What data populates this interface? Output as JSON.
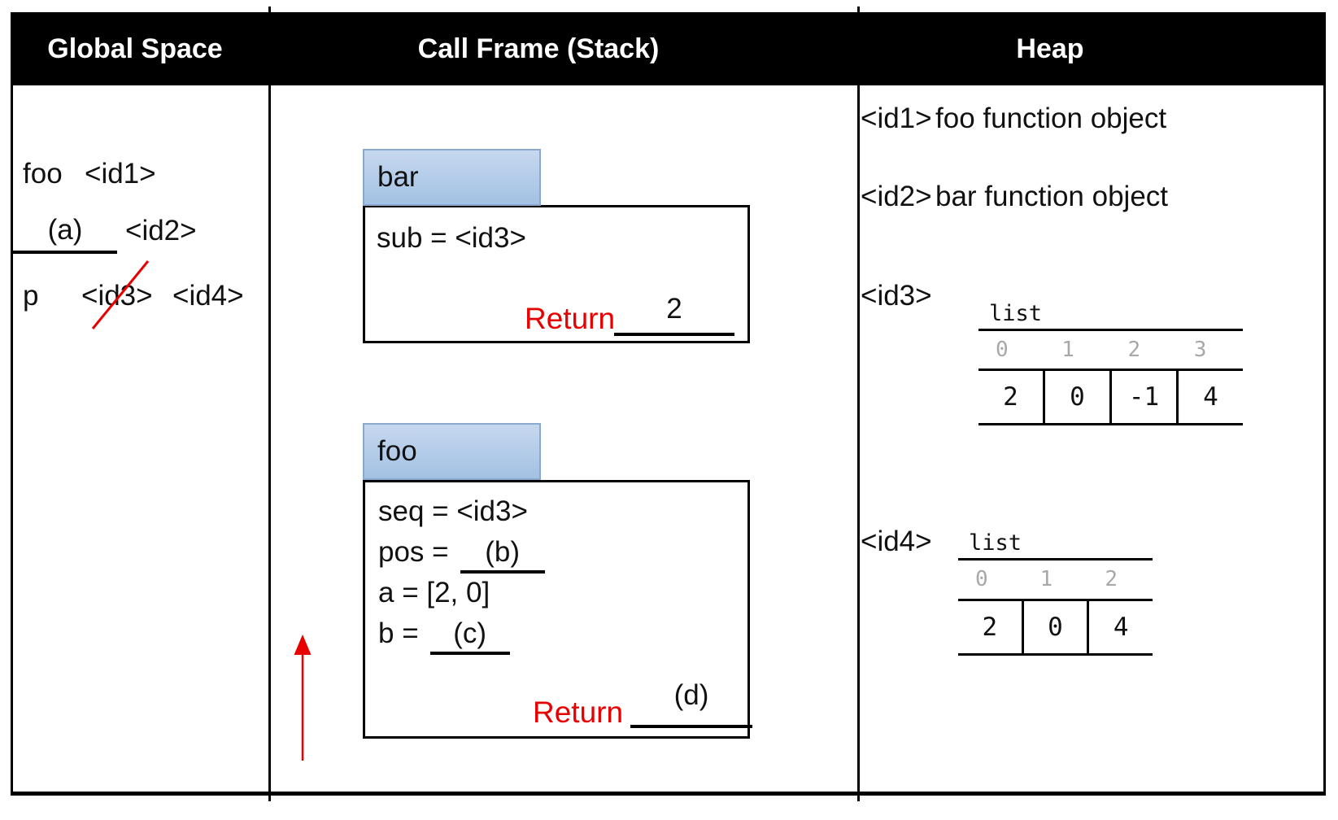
{
  "header": {
    "global": "Global Space",
    "stack": "Call Frame (Stack)",
    "heap": "Heap"
  },
  "global_space": {
    "foo_name": "foo",
    "foo_ref": "<id1>",
    "blank_a": "(a)",
    "blank_a_ref": "<id2>",
    "p_name": "p",
    "p_old_ref": "<id3>",
    "p_new_ref": "<id4>"
  },
  "stack": {
    "bar": {
      "title": "bar",
      "var_line": "sub = <id3>",
      "return_label": "Return",
      "return_value": "2"
    },
    "foo": {
      "title": "foo",
      "var_line1": "seq = <id3>",
      "var2_name": "pos =",
      "blank_b": "(b)",
      "var_line3": "a = [2, 0]",
      "var4_name": "b =",
      "blank_c": "(c)",
      "return_label": "Return",
      "return_value": "(d)"
    }
  },
  "heap": {
    "id1_ref": "<id1>",
    "id1_desc": "foo function object",
    "id2_ref": "<id2>",
    "id2_desc": "bar function object",
    "id3_ref": "<id3>",
    "id3_list": {
      "type_label": "list",
      "indices": [
        "0",
        "1",
        "2",
        "3"
      ],
      "values": [
        "2",
        "0",
        "-1",
        "4"
      ]
    },
    "id4_ref": "<id4>",
    "id4_list": {
      "type_label": "list",
      "indices": [
        "0",
        "1",
        "2"
      ],
      "values": [
        "2",
        "0",
        "4"
      ]
    }
  },
  "colors": {
    "red": "#e80000",
    "tab_blue_top": "#c6d8ee",
    "tab_blue_bottom": "#a3c1e4",
    "index_gray": "#a8a8a8"
  }
}
